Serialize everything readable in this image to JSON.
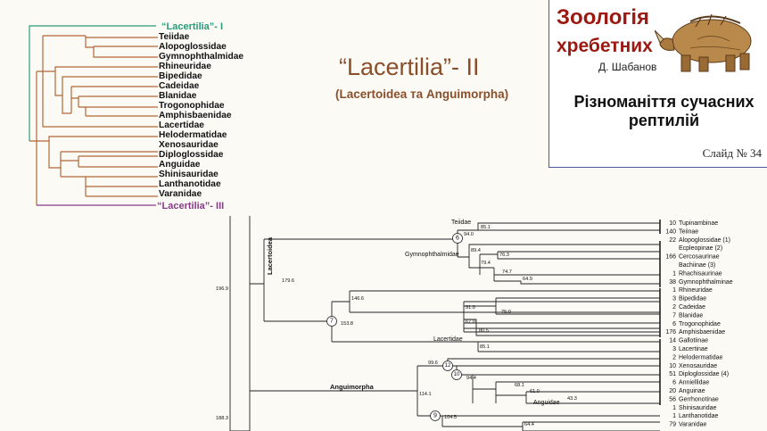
{
  "title": {
    "main": "“Lacertilia”- II",
    "sub": "(Lacertoidea та Anguimorpha)"
  },
  "panel": {
    "title_line1": "Зоологія",
    "title_line2": "хребетних",
    "author": "Д. Шабанов",
    "subtitle_line1": "Різноманіття сучасних",
    "subtitle_line2": "рептилій",
    "slide": "Слайд № 34",
    "title_color": "#9a1a12",
    "border_color": "#4a5a9a"
  },
  "small_tree": {
    "label_top": "“Lacertilia”- I",
    "label_bottom": "“Lacertilia”- III",
    "taxa": [
      "Teiidae",
      "Alopoglossidae",
      "Gymnophthalmidae",
      "Rhineuridae",
      "Bipedidae",
      "Cadeidae",
      "Blanidae",
      "Trogonophidae",
      "Amphisbaenidae",
      "Lacertidae",
      "Helodermatidae",
      "Xenosauridae",
      "Diploglossidae",
      "Anguidae",
      "Shinisauridae",
      "Lanthanotidae",
      "Varanidae"
    ],
    "colors": {
      "teal": "#2a9a7a",
      "brown": "#b06838",
      "purple": "#8a3a8a"
    }
  },
  "big_tree": {
    "clade_labels": {
      "lacertoidea": "Lacertoidea",
      "anguimorpha": "Anguimorpha"
    },
    "group_labels": {
      "teiidae": "Teiidae",
      "gymnophthalmidae": "Gymnophthalmidae",
      "lacertidae": "Lacertidae",
      "anguidae": "Anguidae"
    },
    "ages": {
      "root_upper": "196.9",
      "root_lower": "188.3",
      "lacertoidea": "179.6",
      "n146": "146.6",
      "n153": "153.8",
      "n91": "91.0",
      "n75": "75.0",
      "n67": "67.0",
      "n80": "80.5",
      "n94": "94.0",
      "n85a": "85.1",
      "n894": "89.4",
      "n763": "76.3",
      "n794": "79.4",
      "n747": "74.7",
      "n649": "64.9",
      "n85b": "85.1",
      "n114": "114.1",
      "n996": "99.6",
      "n944": "94.4",
      "n681": "68.1",
      "n610": "61.0",
      "n433": "43.3",
      "n1045": "104.5",
      "n644": "64.4"
    },
    "circles": {
      "c6": "6",
      "c7": "7",
      "c12": "12",
      "c10": "10",
      "c9": "9"
    },
    "tips": [
      {
        "n": "10",
        "name": "Tupinambinae"
      },
      {
        "n": "140",
        "name": "Teiinae"
      },
      {
        "n": "22",
        "name": "Alopoglossidae (1)"
      },
      {
        "n": "",
        "name": "Ecpleopinae (2)"
      },
      {
        "n": "166",
        "name": "Cercosaurinae"
      },
      {
        "n": "",
        "name": "Bachiinae (3)"
      },
      {
        "n": "1",
        "name": "Rhachisaurinae"
      },
      {
        "n": "38",
        "name": "Gymnophthalminae"
      },
      {
        "n": "1",
        "name": "Rhineuridae"
      },
      {
        "n": "3",
        "name": "Bipedidae"
      },
      {
        "n": "2",
        "name": "Cadeidae"
      },
      {
        "n": "7",
        "name": "Blanidae"
      },
      {
        "n": "6",
        "name": "Trogonophidae"
      },
      {
        "n": "176",
        "name": "Amphisbaenidae"
      },
      {
        "n": "14",
        "name": "Gallotiinae"
      },
      {
        "n": "3",
        "name": "Lacertinae"
      },
      {
        "n": "2",
        "name": "Helodermatidae"
      },
      {
        "n": "10",
        "name": "Xenosauridae"
      },
      {
        "n": "51",
        "name": "Diploglossidae (4)"
      },
      {
        "n": "6",
        "name": "Anniellidae"
      },
      {
        "n": "20",
        "name": "Anguinae"
      },
      {
        "n": "56",
        "name": "Gerrhonotinae"
      },
      {
        "n": "1",
        "name": "Shinisauridae"
      },
      {
        "n": "1",
        "name": "Lanthanotidae"
      },
      {
        "n": "79",
        "name": "Varanidae"
      }
    ]
  }
}
